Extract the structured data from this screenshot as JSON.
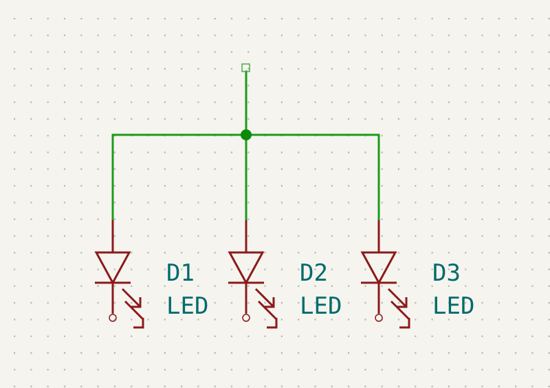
{
  "colors": {
    "background": "#f5f4ef",
    "grid_dot": "#b8b6ad",
    "wire": "#1a9b1a",
    "junction": "#0b8a0b",
    "symbol": "#8b1a1a",
    "label": "#006b6b",
    "pin_marker": "#4aa84a"
  },
  "components": [
    {
      "designator": "D1",
      "value": "LED",
      "symbol": "led-icon"
    },
    {
      "designator": "D2",
      "value": "LED",
      "symbol": "led-icon"
    },
    {
      "designator": "D3",
      "value": "LED",
      "symbol": "led-icon"
    }
  ]
}
